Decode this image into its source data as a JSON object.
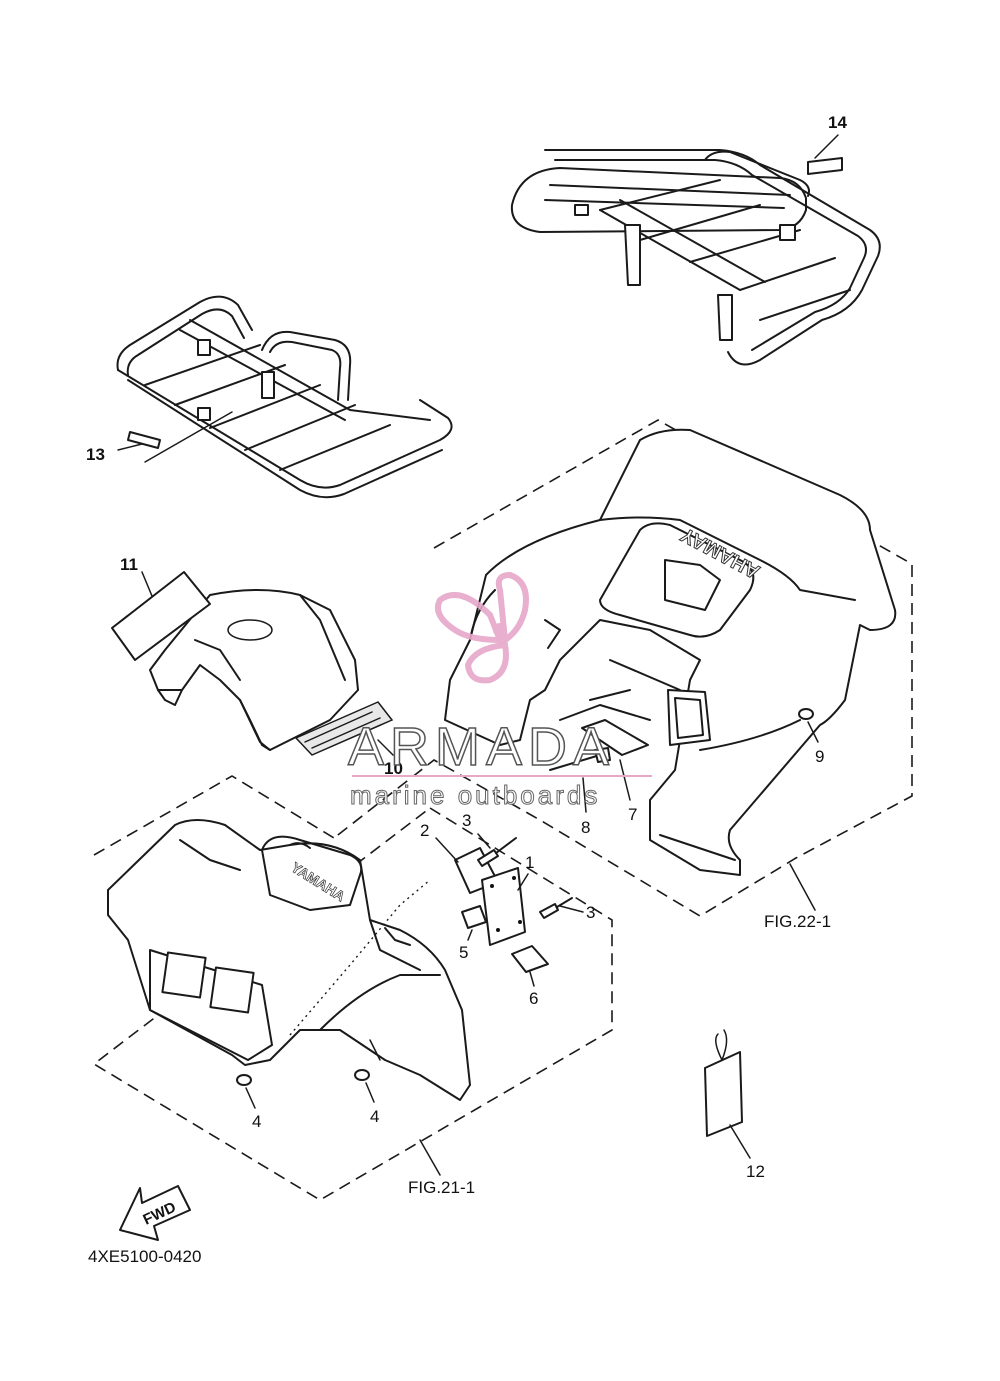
{
  "callouts": {
    "c1": "1",
    "c2": "2",
    "c3a": "3",
    "c3b": "3",
    "c4a": "4",
    "c4b": "4",
    "c5": "5",
    "c6": "6",
    "c7": "7",
    "c8": "8",
    "c9": "9",
    "c10": "10",
    "c11": "11",
    "c12": "12",
    "c13": "13",
    "c14": "14"
  },
  "figures": {
    "rear": "FIG.22-1",
    "front": "FIG.21-1"
  },
  "brand_text": "YAMAHA",
  "fwd_text": "FWD",
  "diagram_code": "4XE5100-0420",
  "watermark": {
    "title": "ARMADA",
    "subtitle": "marine outboards",
    "accent_color": "#e7a7c9"
  }
}
